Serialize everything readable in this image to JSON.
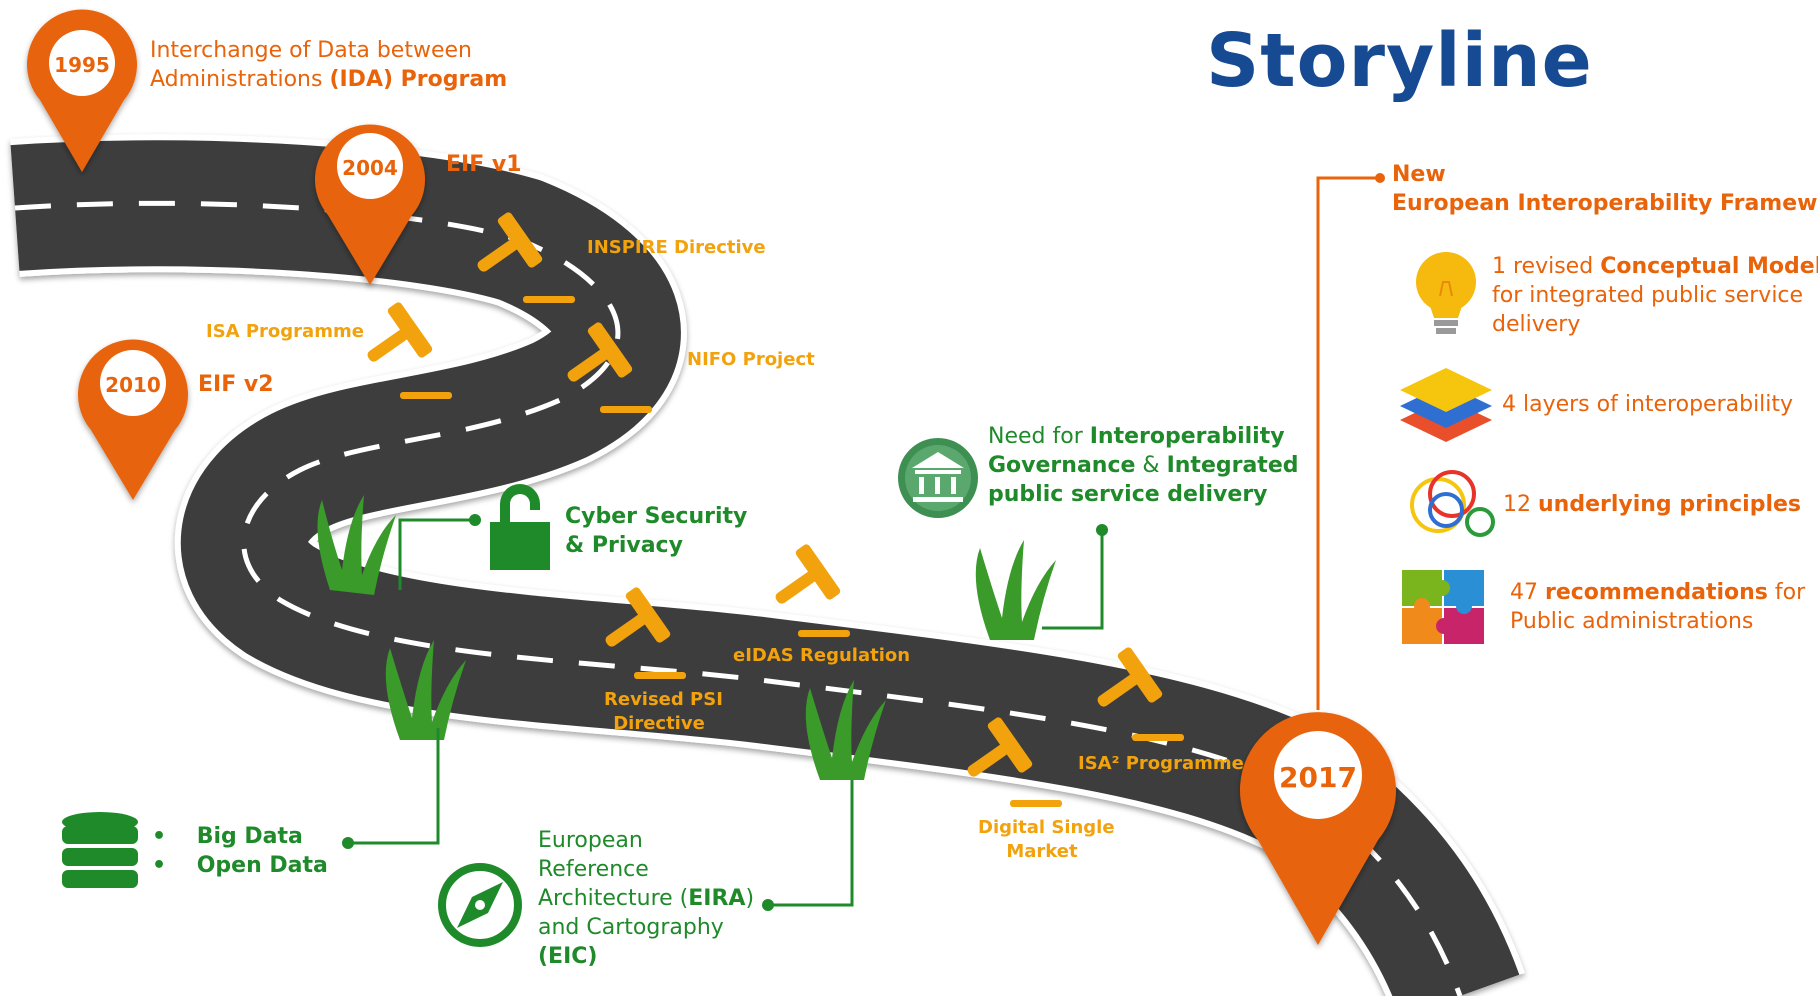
{
  "title": "Storyline",
  "milestones": [
    {
      "year": "1995",
      "text_prefix": "Interchange of Data between",
      "text_line2": "Administrations ",
      "text_bold": "(IDA) Program"
    },
    {
      "year": "2004",
      "text": "EIF v1"
    },
    {
      "year": "2010",
      "text": "EIF v2"
    },
    {
      "year": "2017",
      "text_line1": "New",
      "text_line2": "European Interoperability Framework"
    }
  ],
  "gavels": [
    {
      "label_lines": [
        "INSPIRE Directive"
      ]
    },
    {
      "label_lines": [
        "ISA Programme"
      ]
    },
    {
      "label_lines": [
        "NIFO Project"
      ]
    },
    {
      "label_lines": [
        "eIDAS Regulation"
      ]
    },
    {
      "label_lines": [
        "Revised PSI",
        "Directive"
      ]
    },
    {
      "label_lines": [
        "ISA² Programme"
      ]
    },
    {
      "label_lines": [
        "Digital Single",
        "Market"
      ]
    }
  ],
  "themes": {
    "cyber": [
      "Cyber Security",
      "& Privacy"
    ],
    "governance": {
      "pre": "Need for ",
      "b1": "Interoperability",
      "b2": "Governance",
      "mid": " & ",
      "b3": "Integrated",
      "b4": "public service delivery"
    },
    "bigdata": [
      "Big Data",
      "Open Data"
    ],
    "eira": {
      "l1": "European",
      "l2": "Reference",
      "l3": "Architecture (",
      "l3b": "EIRA",
      "l3c": ")",
      "l4": "and Cartography",
      "l5": "(EIC)"
    }
  },
  "eif_items": [
    {
      "icon": "lightbulb-icon",
      "pre": "1 revised ",
      "bold": "Conceptual Model",
      "line2": "for integrated public service",
      "line3": "delivery"
    },
    {
      "icon": "layers-icon",
      "pre": "4 layers of interoperability",
      "bold": ""
    },
    {
      "icon": "rings-icon",
      "pre": "12 ",
      "bold": "underlying principles"
    },
    {
      "icon": "puzzle-icon",
      "pre": "47 ",
      "bold": "recommendations",
      "post": " for",
      "line2": "Public administrations"
    }
  ],
  "colors": {
    "orange": "#e8630a",
    "yellow": "#f2a20c",
    "green": "#1f8a2a",
    "road": "#3c3c3c",
    "title": "#164a93"
  }
}
